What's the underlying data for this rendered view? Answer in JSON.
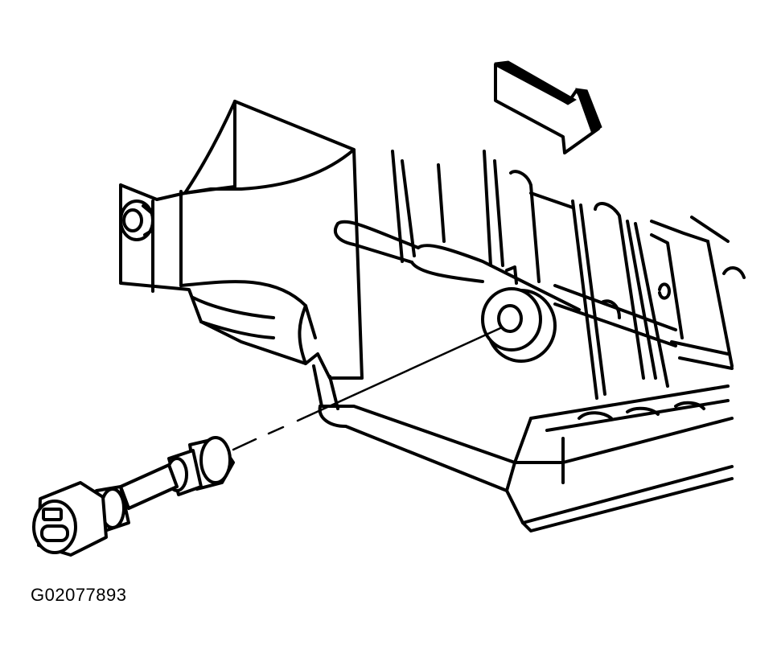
{
  "figure": {
    "id_label": "G02077893"
  },
  "colors": {
    "ink": "#000000",
    "background": "#ffffff"
  },
  "components": [
    {
      "name": "direction-arrow",
      "icon": "arrow-right-icon"
    },
    {
      "name": "mounting-bracket"
    },
    {
      "name": "bracket-bolt"
    },
    {
      "name": "support-arm"
    },
    {
      "name": "pivot-bushing"
    },
    {
      "name": "seat-adjuster-track"
    },
    {
      "name": "installation-line"
    },
    {
      "name": "pin-fastener"
    }
  ]
}
